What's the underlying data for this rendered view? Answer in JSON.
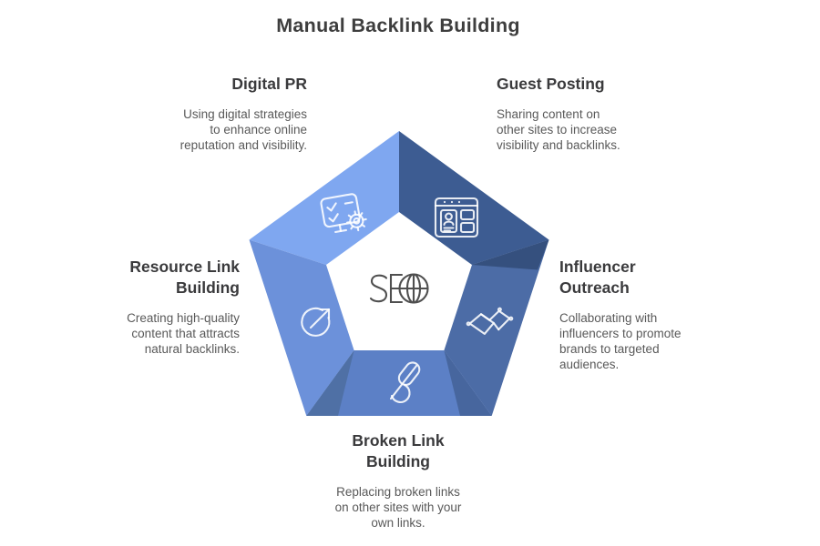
{
  "title": "Manual Backlink Building",
  "center": {
    "label": "SE",
    "icon": "globe-icon",
    "stroke_color": "#4f4f4f"
  },
  "sections": [
    {
      "id": "digital-pr",
      "heading": "Digital PR",
      "description": "Using digital strategies\nto enhance online\nreputation and visibility.",
      "color": "#7fa7f0",
      "icon": "checklist-gear-icon"
    },
    {
      "id": "guest-posting",
      "heading": "Guest Posting",
      "description": "Sharing content on\nother sites to increase\nvisibility and backlinks.",
      "color": "#3d5c92",
      "icon": "browser-profile-icon"
    },
    {
      "id": "influencer-outreach",
      "heading": "Influencer\nOutreach",
      "description": "Collaborating with\ninfluencers to promote\nbrands to targeted\naudiences.",
      "color": "#4c6ca6",
      "icon": "handshake-icon"
    },
    {
      "id": "broken-link-building",
      "heading": "Broken Link\nBuilding",
      "description": "Replacing broken links\non other sites with your\nown links.",
      "color": "#5c80c6",
      "icon": "broken-chain-icon"
    },
    {
      "id": "resource-link-building",
      "heading": "Resource Link\nBuilding",
      "description": "Creating high-quality\ncontent that attracts\nnatural backlinks.",
      "color": "#6c91da",
      "icon": "arrow-circle-icon"
    }
  ],
  "folds": {
    "right_vertex": "#35507e",
    "bottom_right_vertex": "#47669e",
    "bottom_left_vertex": "#4f70a5"
  },
  "text_colors": {
    "title": "#3e3e3e",
    "heading": "#3a3a3c",
    "body": "#595959"
  }
}
